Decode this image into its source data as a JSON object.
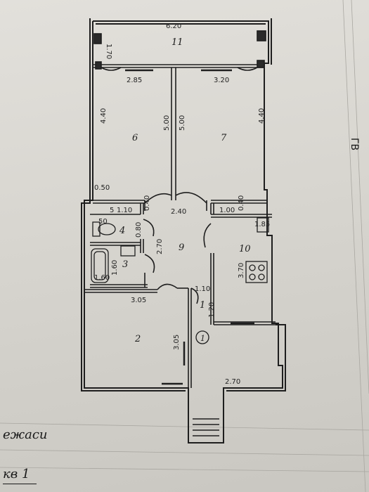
{
  "rooms": [
    {
      "id": "11",
      "label": "11"
    },
    {
      "id": "6",
      "label": "6"
    },
    {
      "id": "7",
      "label": "7"
    },
    {
      "id": "4",
      "label": "4"
    },
    {
      "id": "3",
      "label": "3"
    },
    {
      "id": "9",
      "label": "9"
    },
    {
      "id": "10",
      "label": "10"
    },
    {
      "id": "1",
      "label": "1"
    },
    {
      "id": "2",
      "label": "2"
    }
  ],
  "entry_marker": "1",
  "dimensions": {
    "top_width": "6.20",
    "balcony_depth": "1.70",
    "window_left": "2.85",
    "window_right": "3.20",
    "room6_depth": "4.40",
    "room6_width": "5.00",
    "room7_width": "5.00",
    "room7_depth": "4.40",
    "niche": "0.50",
    "wc_width": "1.10",
    "wc_depth": "0.80",
    "wc_small_a": "50",
    "wc_small_b": "5",
    "corridor_width": "2.40",
    "pillar_a": "0.40",
    "pillar_b": "0.40",
    "pillar_c": "1.00",
    "kitchen_width": "1.85",
    "kitchen_depth": "3.70",
    "hall_depth": "2.70",
    "bath_depth": "1.60",
    "bath_width": "1.60",
    "room2_width": "3.05",
    "room2_depth": "3.05",
    "entry_width": "1.10",
    "entry_depth": "1.20",
    "bottom_width": "2.70"
  },
  "caption": {
    "line1": "ежаси",
    "line2": "кв 1"
  },
  "edge_text": "ГВ"
}
